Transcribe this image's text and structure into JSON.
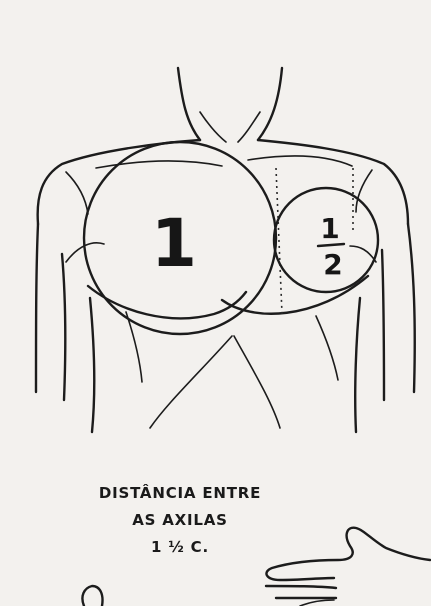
{
  "diagram": {
    "large_circle_label": "1",
    "small_circle_label_numerator": "1",
    "small_circle_label_denominator": "2"
  },
  "caption": {
    "line1": "DISTÂNCIA ENTRE",
    "line2": "AS AXILAS",
    "line3": "1 ½ C."
  }
}
